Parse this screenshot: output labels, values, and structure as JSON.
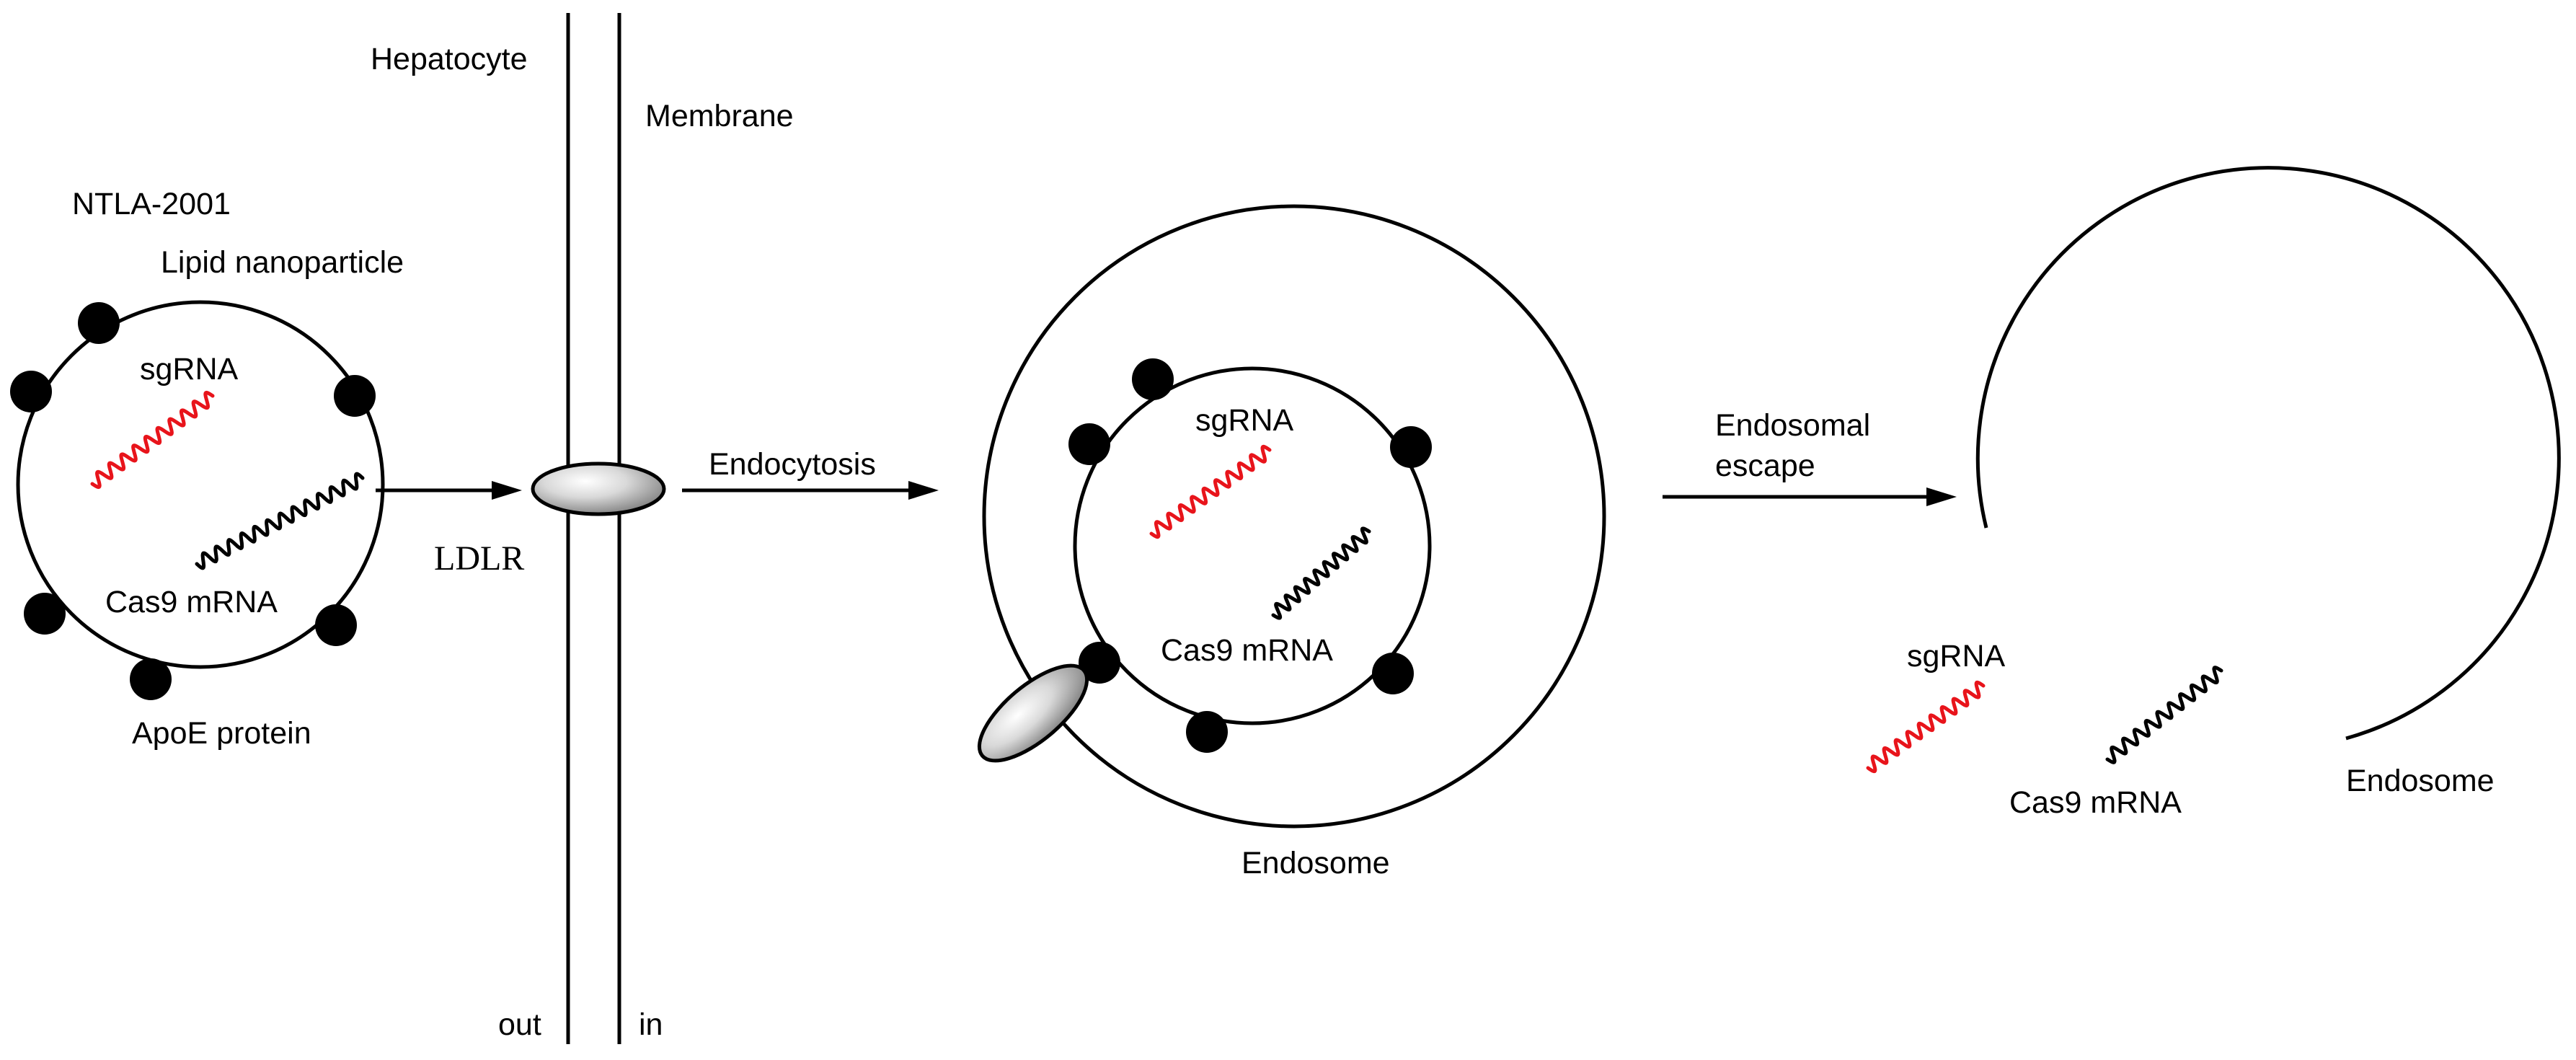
{
  "labels": {
    "hepatocyte": "Hepatocyte",
    "membrane": "Membrane",
    "ntla": "NTLA-2001",
    "lipid_nanoparticle": "Lipid nanoparticle",
    "sgrna": "sgRNA",
    "cas9_mrna": "Cas9 mRNA",
    "apoe_protein": "ApoE protein",
    "ldlr": "LDLR",
    "endocytosis": "Endocytosis",
    "endosome": "Endosome",
    "endosomal_escape_line1": "Endosomal",
    "endosomal_escape_line2": "escape",
    "out": "out",
    "in": "in"
  },
  "colors": {
    "sgrna": "#e8141b",
    "cas9_mrna": "#000000",
    "outline": "#000000",
    "apoe": "#000000",
    "receptor_light": "#f7f7f7",
    "receptor_dark": "#8a8a8a"
  }
}
